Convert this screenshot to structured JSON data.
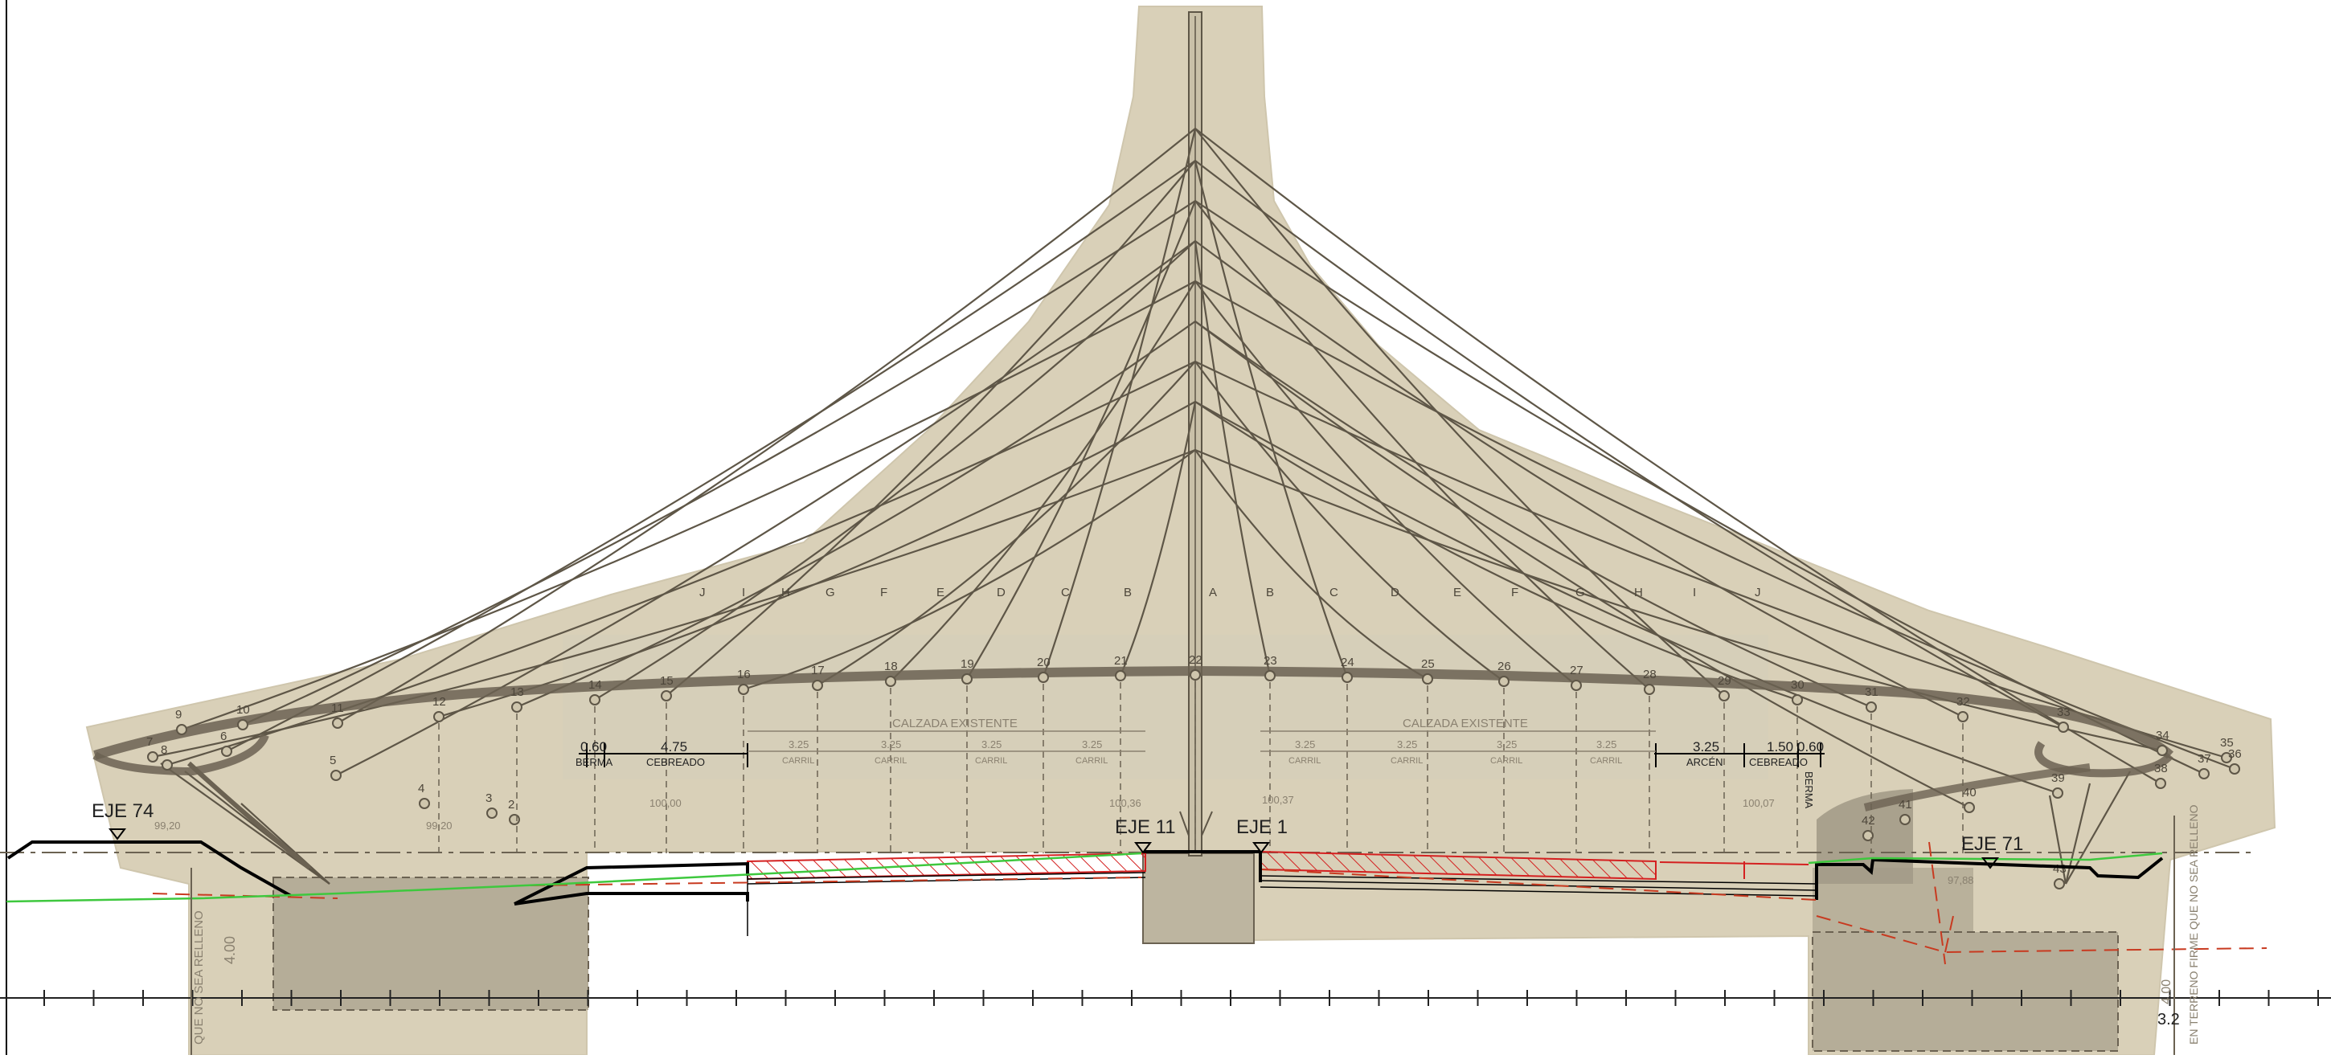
{
  "axis_labels": [
    {
      "id": "eje-74",
      "text": "EJE 74"
    },
    {
      "id": "eje-11",
      "text": "EJE 11"
    },
    {
      "id": "eje-1",
      "text": "EJE 1"
    },
    {
      "id": "eje-71",
      "text": "EJE 71"
    }
  ],
  "cable_letters_left": [
    "J",
    "I",
    "H",
    "G",
    "F",
    "E",
    "D",
    "C",
    "B"
  ],
  "mast_letter": "A",
  "cable_letters_right": [
    "B",
    "C",
    "D",
    "E",
    "F",
    "G",
    "H",
    "I",
    "J"
  ],
  "node_numbers": [
    "2",
    "3",
    "4",
    "5",
    "6",
    "7",
    "8",
    "9",
    "10",
    "11",
    "12",
    "13",
    "14",
    "15",
    "16",
    "17",
    "18",
    "19",
    "20",
    "21",
    "22",
    "23",
    "24",
    "25",
    "26",
    "27",
    "28",
    "29",
    "30",
    "31",
    "32",
    "33",
    "34",
    "35",
    "36",
    "37",
    "38",
    "39",
    "40",
    "41",
    "42",
    "43"
  ],
  "calzada_label": "CALZADA EXISTENTE",
  "carril_label": "CARRIL",
  "carril_width": "3.25",
  "left_dims": [
    {
      "value": "0.60",
      "label": "BERMA"
    },
    {
      "value": "4.75",
      "label": "CEBREADO"
    }
  ],
  "right_dims": [
    {
      "value": "3.25",
      "label": "ARCÉN"
    },
    {
      "value": "1.50",
      "label": "CEBREADO"
    },
    {
      "value": "0.60",
      "label": "BERMA"
    }
  ],
  "elevations": [
    "99,20",
    "99,20",
    "100,00",
    "100,36",
    "100,37",
    "100,07",
    "97,88"
  ],
  "footing_text_left": "QUE NO SEA RELLENO",
  "footing_dim_left": "4.00",
  "footing_text_right": "EN TERRENO FIRME QUE NO SEA RELLENO",
  "footing_dim_right": "4.00",
  "footing_dim_right_b": "3.2",
  "colors": {
    "paper": "#d9d0b8",
    "ink": "#6b6252",
    "black": "#000000",
    "red": "#d42020",
    "green": "#3ec83e",
    "brown": "#b4552a"
  }
}
